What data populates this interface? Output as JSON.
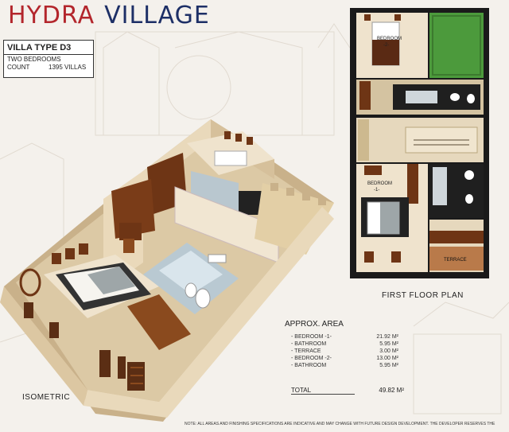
{
  "header": {
    "title_word1": "HYDRA",
    "title_word2": "VILLAGE"
  },
  "villa": {
    "type": "VILLA TYPE D3",
    "line1": "TWO BEDROOMS",
    "count_label": "COUNT",
    "count_value": "1395 VILLAS"
  },
  "captions": {
    "isometric": "ISOMETRIC",
    "floor_plan": "FIRST FLOOR PLAN"
  },
  "plan_labels": {
    "bedroom2": "BEDROOM",
    "bedroom2_num": "-2-",
    "bedroom1": "BEDROOM",
    "bedroom1_num": "-1-",
    "terrace": "TERRACE"
  },
  "area": {
    "heading": "APPROX. AREA",
    "rows": [
      {
        "label": "- BEDROOM -1-",
        "value": "21.92 M²"
      },
      {
        "label": "- BATHROOM",
        "value": "5.95 M²"
      },
      {
        "label": "- TERRACE",
        "value": "3.00 M²"
      },
      {
        "label": "- BEDROOM -2-",
        "value": "13.00 M²"
      },
      {
        "label": "- BATHROOM",
        "value": "5.95 M²"
      }
    ],
    "total_label": "TOTAL",
    "total_value": "49.82 M²"
  },
  "note": "NOTE: ALL AREAS AND FINISHING SPECIFICATIONS ARE INDICATIVE AND MAY CHANGE WITH FUTURE DESIGN DEVELOPMENT. THE DEVELOPER RESERVES THE",
  "colors": {
    "title_red": "#b3262c",
    "title_navy": "#1d2f66",
    "wall": "#e8d6b4",
    "wood": "#6e3515",
    "floor": "#d9c9a8",
    "grass": "#4c9a3c"
  }
}
